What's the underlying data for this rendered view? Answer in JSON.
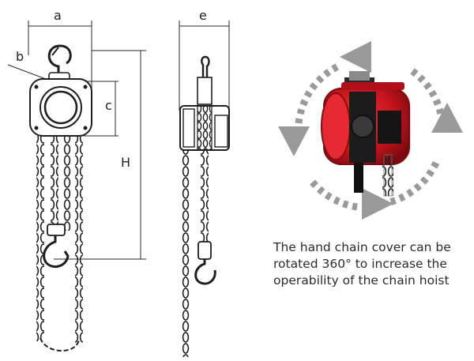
{
  "dimensions": {
    "a": "a",
    "b": "b",
    "c": "c",
    "e": "e",
    "h": "H"
  },
  "caption": {
    "line1": "The hand chain cover can be",
    "line2": "rotated 360° to increase the",
    "line3": "operability of the chain hoist"
  },
  "colors": {
    "line": "#2a2a2a",
    "hoist_red": "#c8141c",
    "hoist_dark_red": "#8e0c12",
    "arrow_gray": "#9a9a9a"
  },
  "icons": {
    "rotation": "rotate-360-icon"
  }
}
